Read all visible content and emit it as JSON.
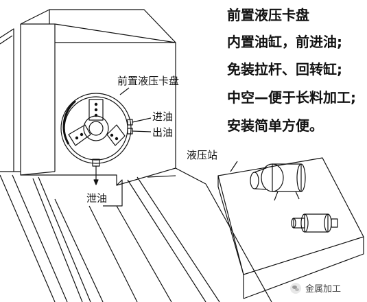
{
  "features": {
    "title": "前置液压卡盘",
    "lines": [
      "内置油缸，前进油;",
      "免装拉杆、回转缸;",
      "中空—便于长料加工;",
      "安装简单方便。"
    ]
  },
  "labels": {
    "chuck": "前置液压卡盘",
    "oil_in": "进油",
    "oil_out": "出油",
    "drain": "泄油",
    "station": "液压站"
  },
  "watermark": {
    "text": "金属加工",
    "icon": "wechat-icon"
  }
}
